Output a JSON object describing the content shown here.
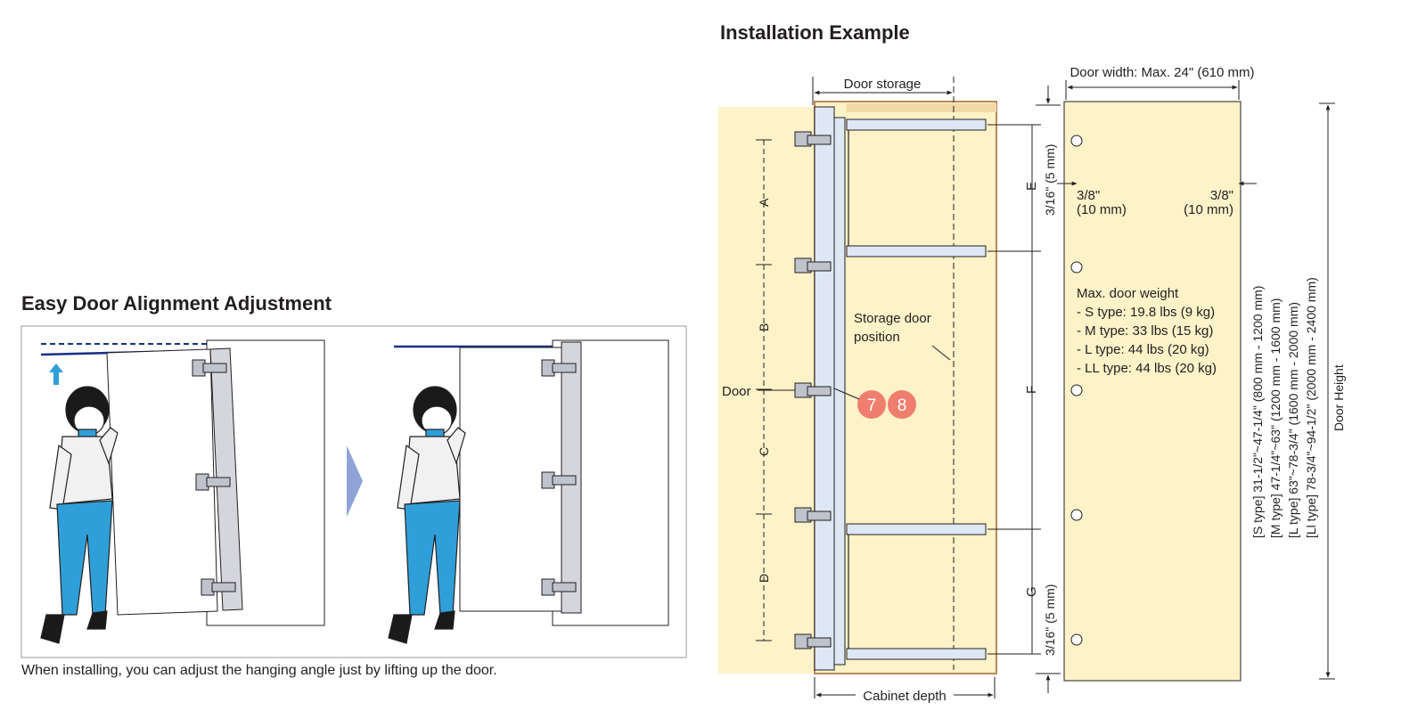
{
  "left_panel": {
    "title": "Easy Door Alignment Adjustment",
    "caption": "When installing, you can adjust the hanging angle just by lifting up the door."
  },
  "right_panel": {
    "title": "Installation Example",
    "labels": {
      "door_storage": "Door storage",
      "door": "Door",
      "storage_door_position_1": "Storage door",
      "storage_door_position_2": "position",
      "cabinet_depth": "Cabinet depth",
      "door_width": "Door width: Max. 24\" (610 mm)",
      "door_height": "Door Height",
      "offset_left_1": "3/8\"",
      "offset_left_2": "(10 mm)",
      "offset_right_1": "3/8\"",
      "offset_right_2": "(10 mm)",
      "gap_top": "3/16\" (5 mm)",
      "gap_bottom": "3/16\" (5 mm)",
      "dim_a": "A",
      "dim_b": "B",
      "dim_c": "C",
      "dim_d": "D",
      "dim_e": "E",
      "dim_f": "F",
      "dim_g": "G",
      "badge_7": "7",
      "badge_8": "8"
    },
    "weight": {
      "heading": "Max. door weight",
      "items": [
        "- S type: 19.8 lbs (9 kg)",
        "- M type: 33 lbs (15 kg)",
        "- L type: 44 lbs (20 kg)",
        "- LL type: 44 lbs (20 kg)"
      ]
    },
    "height_types": [
      "[S type] 31-1/2\"~47-1/4\" (800 mm - 1200 mm)",
      "[M type] 47-1/4\"~63\" (1200 mm - 1600 mm)",
      "[L type] 63\"~78-3/4\" (1600 mm - 2000 mm)",
      "[Ll type] 78-3/4\"~94-1/2\" (2000 mm - 2400 mm)"
    ]
  },
  "colors": {
    "cabinet": "#fdf2c8",
    "cabinet_edge": "#b98a5a",
    "navy": "#1c2f86",
    "cyan": "#2f9fd9",
    "badge": "#f07e6e",
    "arrow": "#8fa3d6",
    "rail": "#dde8f4"
  }
}
